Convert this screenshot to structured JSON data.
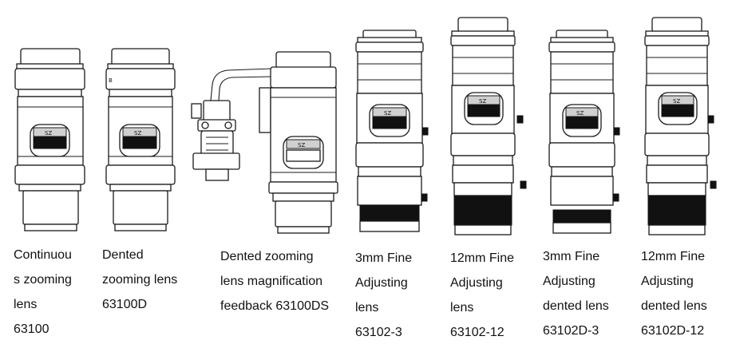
{
  "products": [
    {
      "id": "63100",
      "window_label": "SZ",
      "caption": "Continuou\ns zooming\nlens\n63100"
    },
    {
      "id": "63100D",
      "window_label": "SZ",
      "caption": "Dented\nzooming lens\n63100D"
    },
    {
      "id": "63100DS",
      "window_label": "SZ",
      "caption": "Dented zooming\nlens magnification\nfeedback 63100DS"
    },
    {
      "id": "63102-3",
      "window_label": "SZ",
      "caption": "3mm Fine\nAdjusting\nlens\n63102-3"
    },
    {
      "id": "63102-12",
      "window_label": "SZ",
      "caption": "12mm Fine\nAdjusting\nlens\n63102-12"
    },
    {
      "id": "63102D-3",
      "window_label": "SZ",
      "caption": "3mm Fine\nAdjusting\ndented lens\n63102D-3"
    },
    {
      "id": "63102D-12",
      "window_label": "SZ",
      "caption": "12mm Fine\nAdjusting\ndented lens\n63102D-12"
    }
  ],
  "colors": {
    "line": "#1a1a1a",
    "fill": "#ffffff",
    "dark": "#111111",
    "grey": "#d0d0d0"
  }
}
